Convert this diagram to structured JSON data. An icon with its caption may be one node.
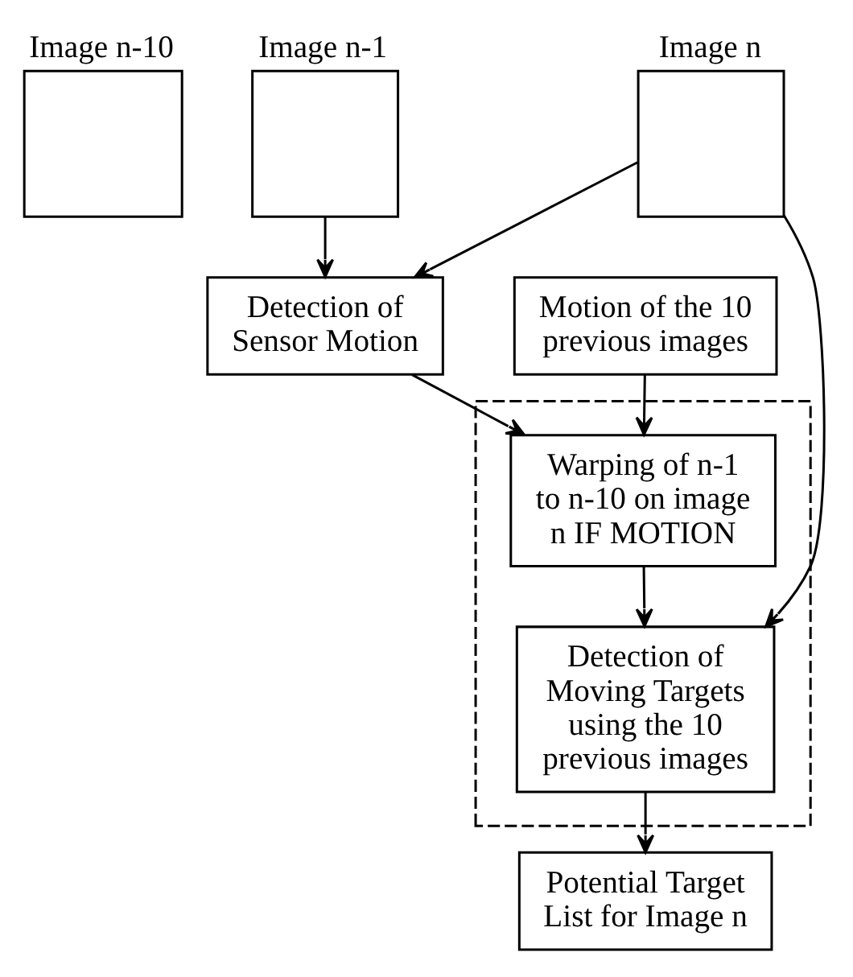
{
  "diagram": {
    "nodes": [
      {
        "text": [
          "Image n-10"
        ]
      },
      {
        "text": [
          "Image n-1"
        ]
      },
      {
        "text": [
          "Image n"
        ]
      },
      {
        "text": [
          "Detection of Sensor Motion"
        ]
      },
      {
        "text": [
          "Motion of the 10 previous images"
        ]
      },
      {
        "text": [],
        "shape": "box"
      },
      {
        "text": [
          "Warping of n-1 to n-10 on image n IF MOTION"
        ],
        "in": 5
      },
      {
        "text": [
          "Detection of Moving Targets using the 10 previous images"
        ],
        "in": 5
      },
      {
        "text": [
          "Potential Target List for Image n"
        ]
      }
    ],
    "edges": [
      {
        "from": 1,
        "to": 3,
        "arrow": "to"
      },
      {
        "from": 2,
        "to": 3,
        "arrow": "to"
      },
      {
        "from": 3,
        "to": 6,
        "arrow": "to"
      },
      {
        "from": 4,
        "to": 6,
        "arrow": "to"
      },
      {
        "from": 6,
        "to": 7,
        "arrow": "to"
      },
      {
        "from": 2,
        "to": 7,
        "arrow": "to"
      },
      {
        "from": 7,
        "to": 8,
        "arrow": "to"
      }
    ]
  }
}
